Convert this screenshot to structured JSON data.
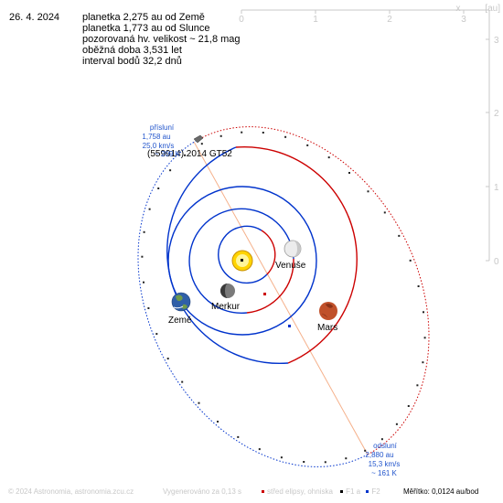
{
  "header": {
    "date": "26. 4. 2024",
    "lines": [
      "planetka 2,275 au od Země",
      "planetka 1,773 au od Slunce",
      "pozorovaná hv. velikost ~ 21,8 mag",
      "oběžná doba 3,531 let",
      "interval bodů 32,2 dnů"
    ]
  },
  "axes": {
    "unit_label": "[au]",
    "x_label": "x",
    "x_ticks": [
      "0",
      "1",
      "2",
      "3"
    ],
    "y_ticks": [
      "3",
      "2",
      "1",
      "0"
    ]
  },
  "asteroid": {
    "name": "(559914) 2014 GT52"
  },
  "perihelion": {
    "title": "přísluní",
    "distance": "1,758 au",
    "speed": "25,0 km/s",
    "temperature": "~ 209 K"
  },
  "aphelion": {
    "title": "odsluní",
    "distance": "2,880 au",
    "speed": "15,3 km/s",
    "temperature": "~ 161 K"
  },
  "planets": {
    "venus": "Venuše",
    "mercury": "Merkur",
    "earth": "Země",
    "mars": "Mars"
  },
  "footer": {
    "copyright": "© 2024 Astronomia, astronomia.zcu.cz",
    "generated": "Vygenerováno za 0,13 s",
    "legend_center": "střed elipsy, ohniska",
    "legend_f1": "F1 a",
    "legend_f2": "F2",
    "scale": "Měřítko: 0,0124 au/bod"
  },
  "colors": {
    "asteroid_orbit_outer": "#cc0000",
    "asteroid_orbit_inner": "#0033cc",
    "planet_orbit_outer": "#cc0000",
    "planet_orbit_inner": "#0033cc",
    "apsis_line": "#f5b08a",
    "label_blue": "#2255cc",
    "axis": "#c8c8c8",
    "sun": "#ffd400",
    "mars": "#c0502a",
    "venus": "#e8e8e8",
    "mercury": "#6a6a6a",
    "earth": "#3a6fb0"
  }
}
